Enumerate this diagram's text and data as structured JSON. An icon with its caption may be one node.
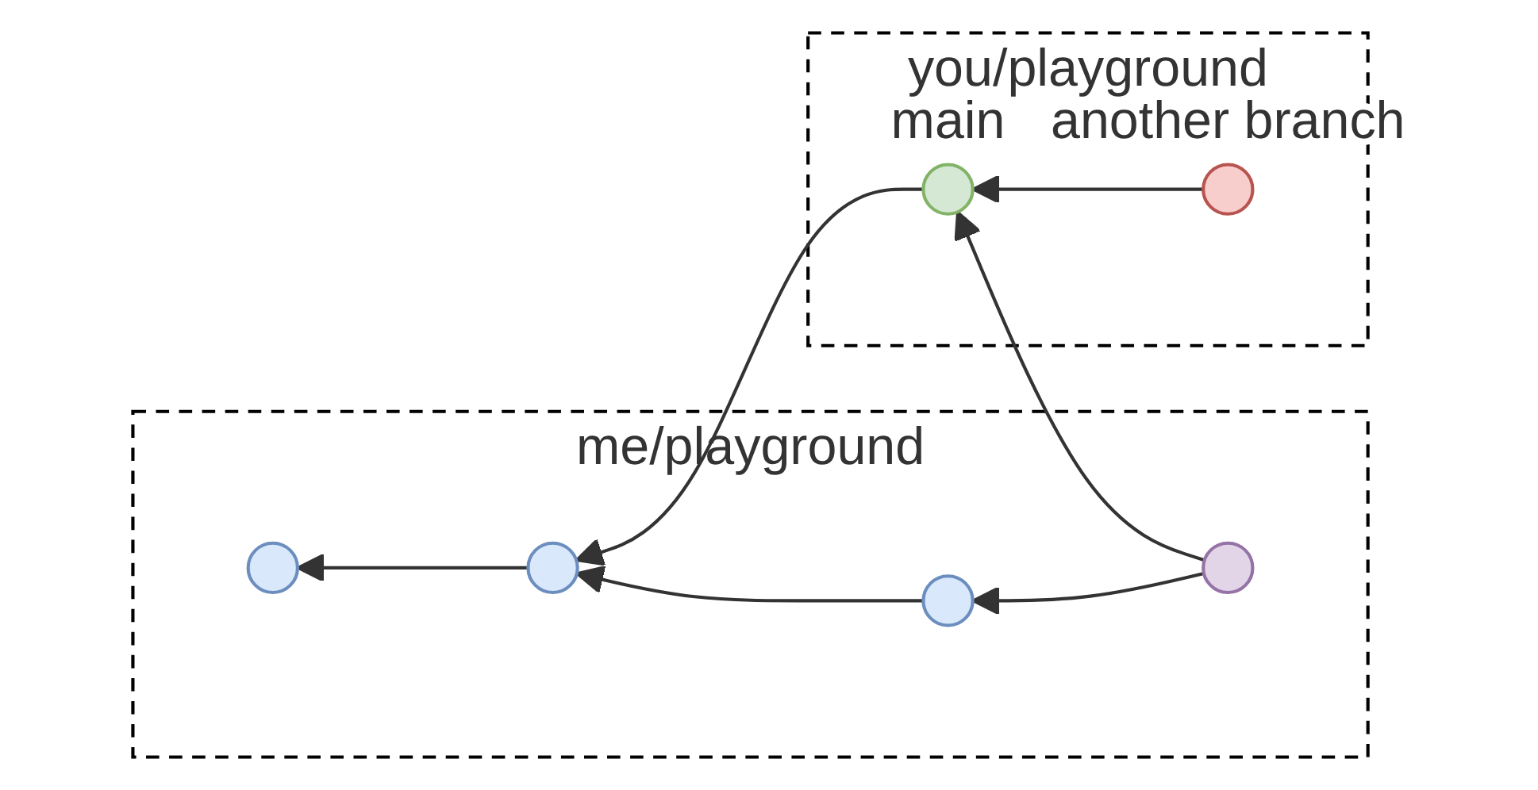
{
  "diagram": {
    "nodes": [
      {
        "text": [
          "you/playground"
        ]
      },
      {
        "text": [],
        "shape": "circle",
        "in": 0,
        "beside": [
          "another branch"
        ]
      },
      {
        "text": [],
        "shape": "circle",
        "in": 0,
        "beside": [
          "main"
        ]
      },
      {
        "text": [
          "me/playground"
        ]
      },
      {
        "text": [],
        "shape": "circle",
        "in": 3
      },
      {
        "text": [],
        "shape": "circle",
        "in": 3
      },
      {
        "text": [],
        "shape": "circle",
        "in": 3
      },
      {
        "text": [],
        "shape": "circle",
        "in": 3
      }
    ],
    "edges": [
      {
        "from": 1,
        "to": 2,
        "arrow": "to"
      },
      {
        "from": 2,
        "to": 5,
        "arrow": "to"
      },
      {
        "from": 7,
        "to": 2,
        "arrow": "to"
      },
      {
        "from": 5,
        "to": 4,
        "arrow": "to"
      },
      {
        "from": 6,
        "to": 5,
        "arrow": "to"
      },
      {
        "from": 7,
        "to": 6,
        "arrow": "to"
      }
    ]
  }
}
